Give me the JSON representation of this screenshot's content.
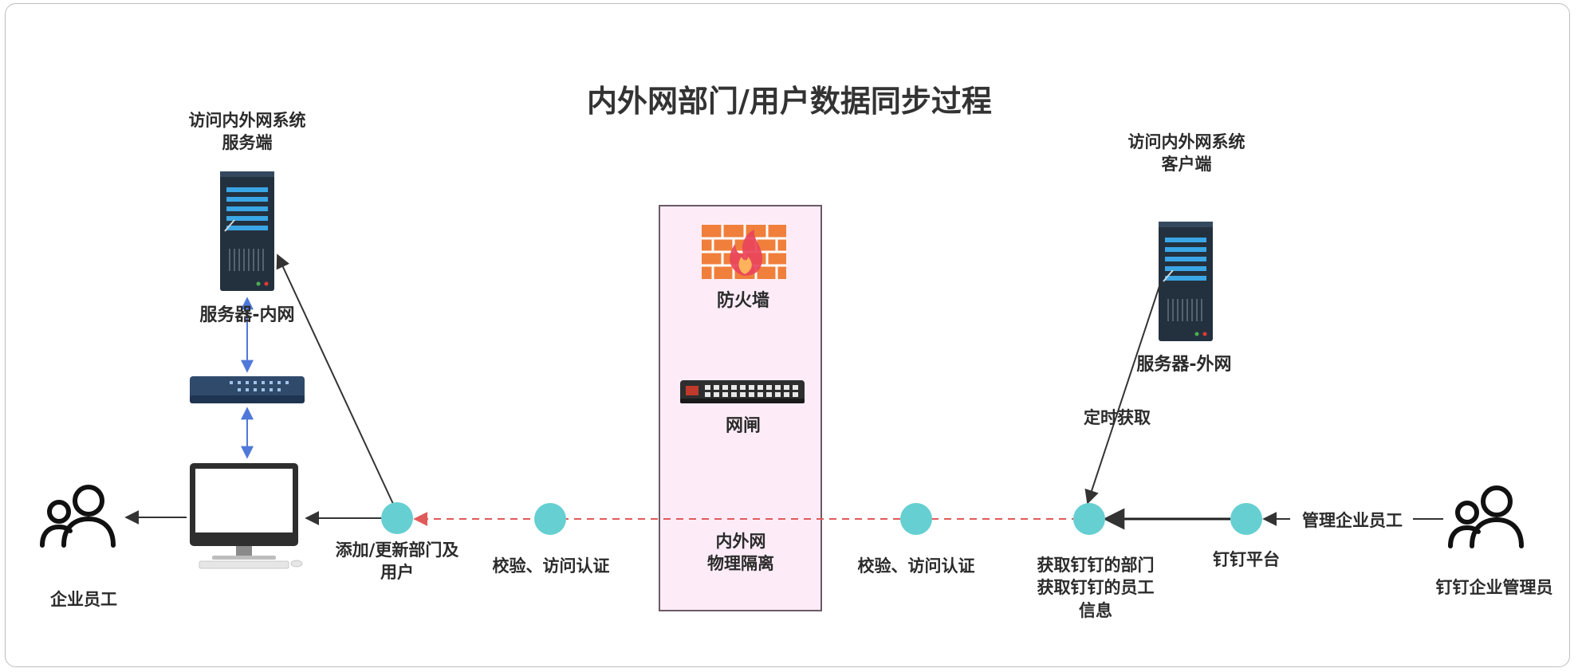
{
  "title": "内外网部门/用户数据同步过程",
  "nodes": {
    "intranet_server_caption": [
      "访问内外网系统",
      "服务端"
    ],
    "intranet_server": "服务器-内网",
    "employee": "企业员工",
    "add_update": [
      "添加/更新部门及",
      "用户"
    ],
    "verify_left": "校验、访问认证",
    "firewall": "防火墙",
    "gateway": "网闸",
    "isolation": [
      "内外网",
      "物理隔离"
    ],
    "verify_right": "校验、访问认证",
    "extranet_server_caption": [
      "访问内外网系统",
      "客户端"
    ],
    "extranet_server": "服务器-外网",
    "scheduled_fetch": "定时获取",
    "fetch_info": [
      "获取钉钉的部门",
      "获取钉钉的员工",
      "信息"
    ],
    "dingtalk_platform": "钉钉平台",
    "manage_employees": "管理企业员工",
    "dingtalk_admin": "钉钉企业管理员"
  },
  "colors": {
    "node_circle": "#66cfd2",
    "sync_arrow": "#e15a5a",
    "link_arrow": "#4f78d9",
    "zone_fill": "#fdecf8",
    "firewall": "#f07f3c",
    "server_dark": "#23313f",
    "server_accent": "#3aa6e6"
  },
  "icons": [
    "server-icon",
    "network-switch-icon",
    "desktop-computer-icon",
    "users-icon",
    "firewall-icon",
    "gateway-icon"
  ]
}
